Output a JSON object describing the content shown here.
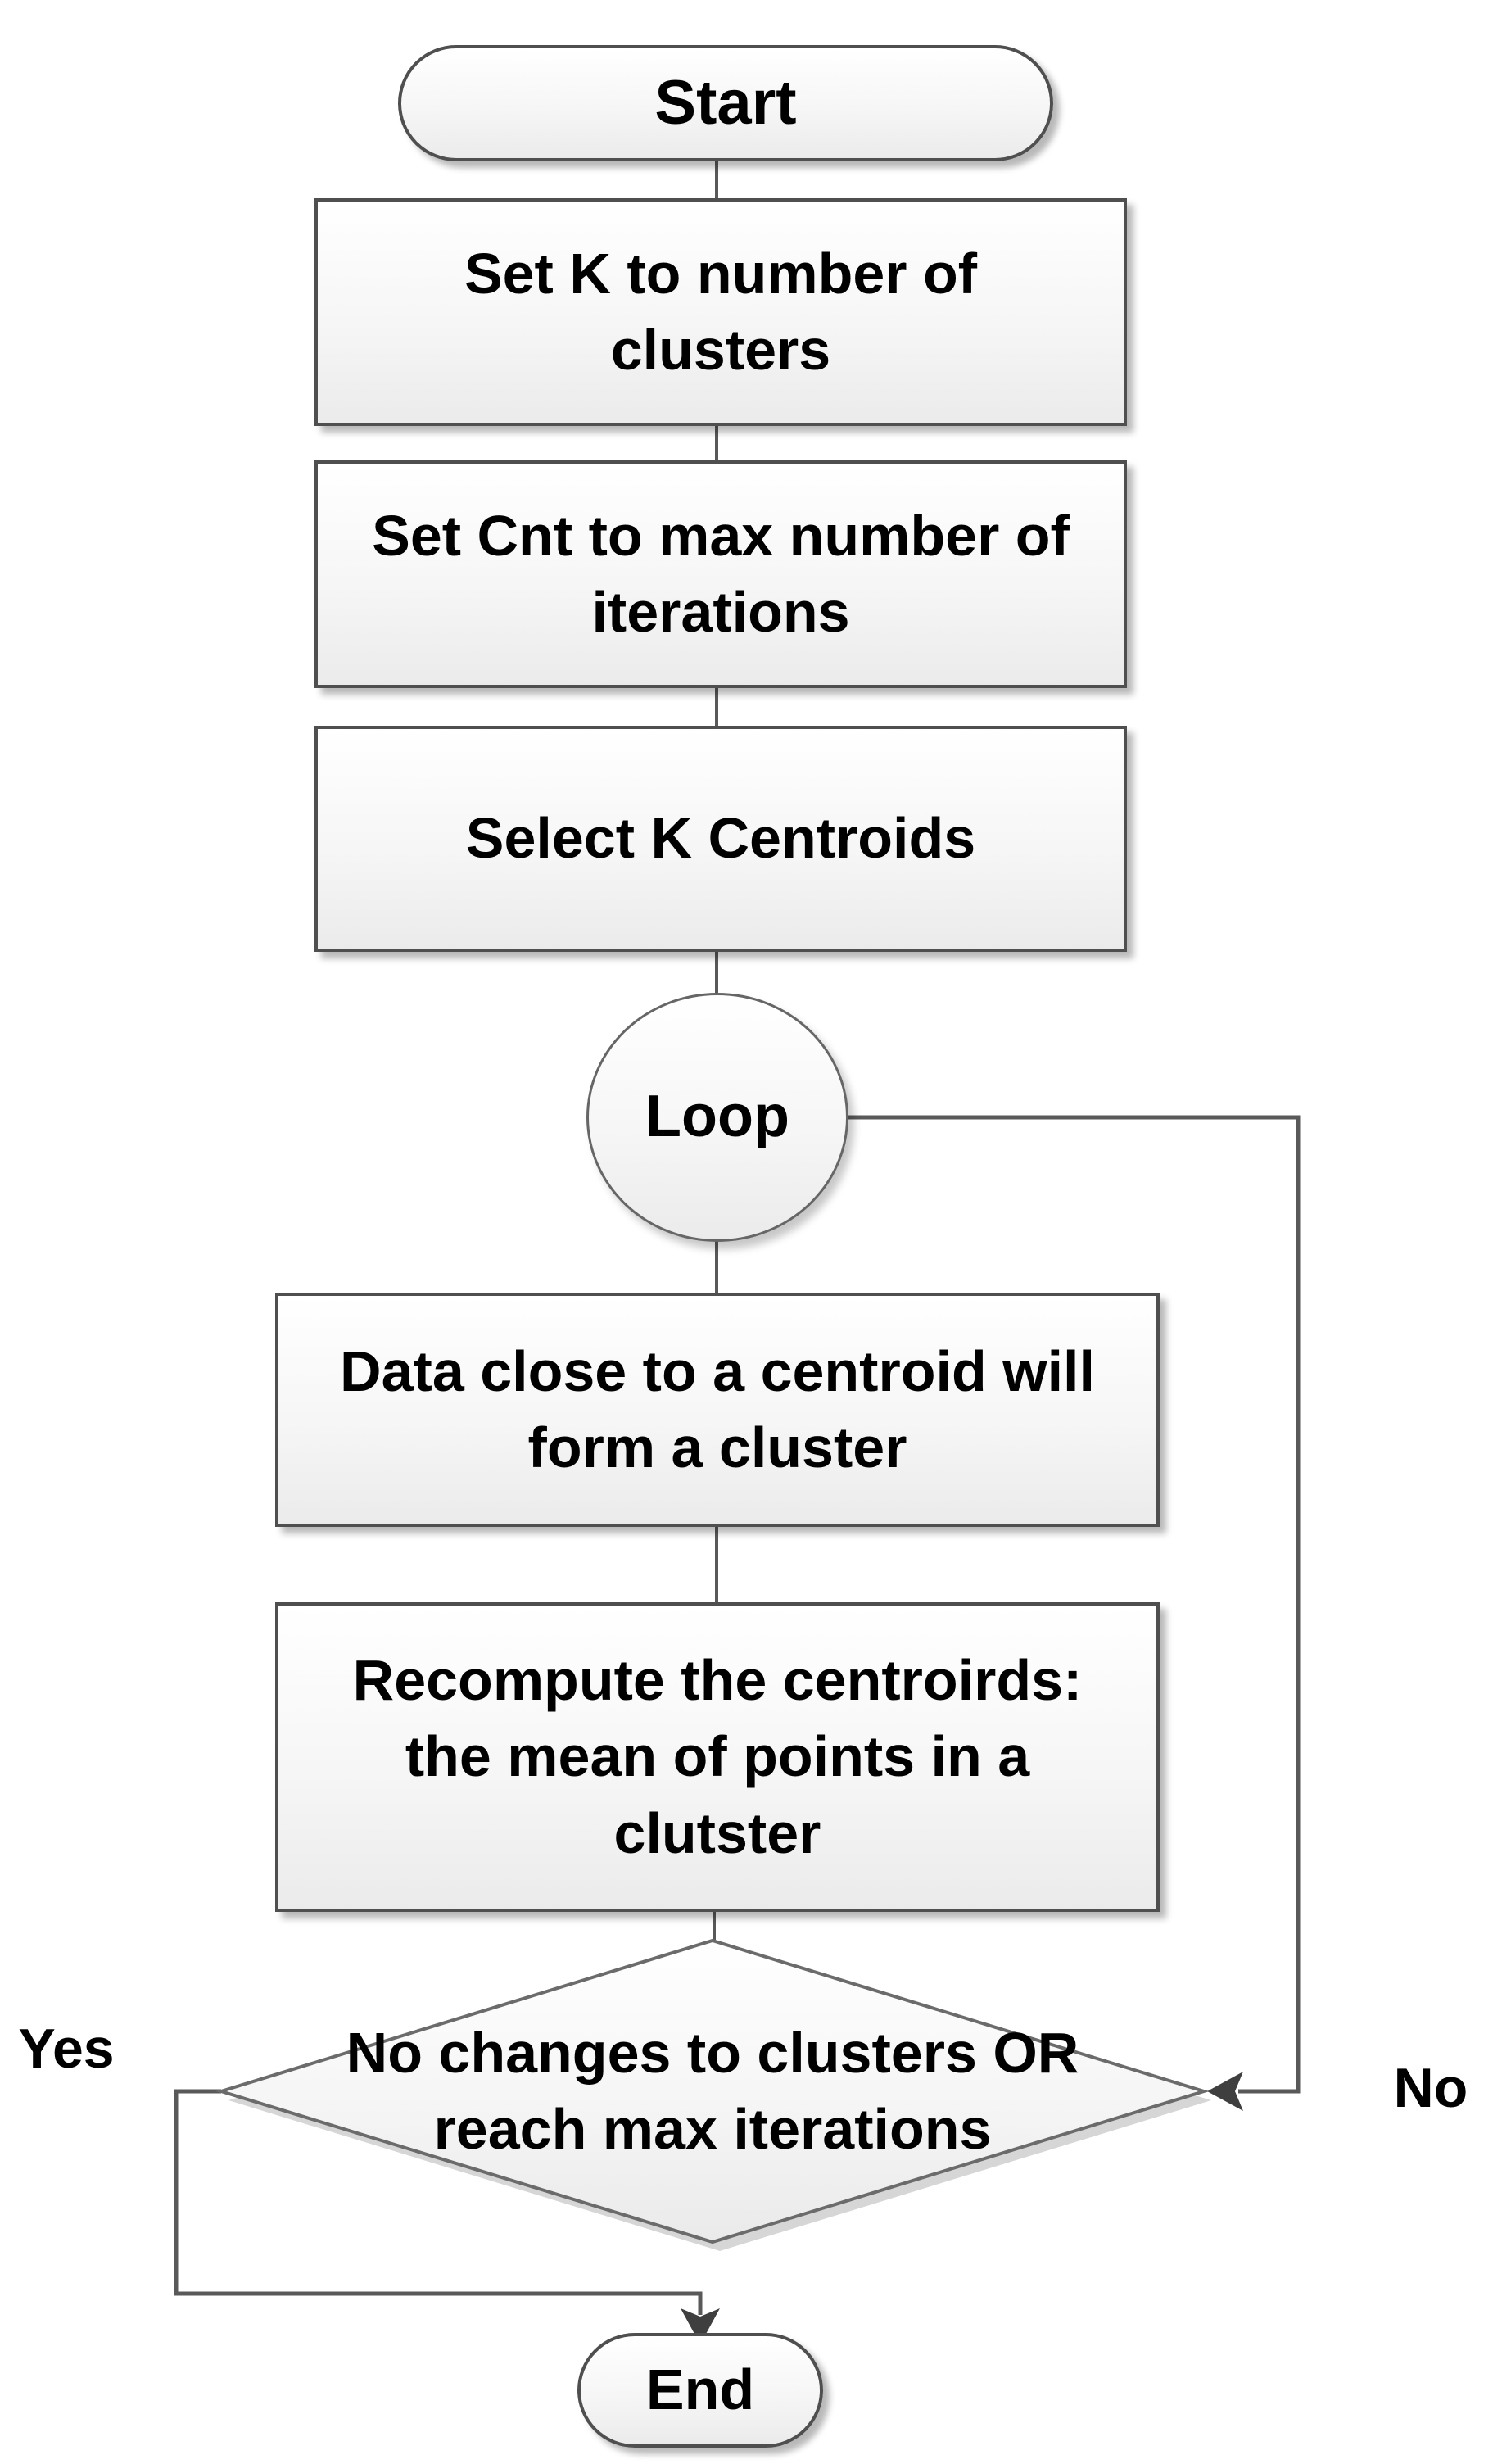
{
  "diagram": {
    "type": "flowchart",
    "nodes": {
      "start": {
        "label": "Start",
        "shape": "terminator"
      },
      "set_k": {
        "label": "Set K to number of\nclusters",
        "shape": "process"
      },
      "set_cnt": {
        "label": "Set Cnt to max number of\niterations",
        "shape": "process"
      },
      "select_k": {
        "label": "Select K Centroids",
        "shape": "process"
      },
      "loop": {
        "label": "Loop",
        "shape": "loop-connector"
      },
      "assign": {
        "label": "Data close to a centroid will\nform a cluster",
        "shape": "process"
      },
      "recompute": {
        "label": "Recompute the centroirds:\nthe mean of points in a\nclutster",
        "shape": "process"
      },
      "decision": {
        "label": "No changes to clusters OR\nreach max iterations",
        "shape": "decision"
      },
      "end": {
        "label": "End",
        "shape": "terminator"
      }
    },
    "branch_labels": {
      "yes": "Yes",
      "no": "No"
    },
    "colors": {
      "background": "#ffffff",
      "shape_border": "#4f4f4f",
      "shape_fill_top": "#ffffff",
      "shape_fill_bottom": "#ebebeb",
      "connector": "#595959",
      "arrowhead": "#3f3f3f",
      "text": "#000000"
    }
  }
}
